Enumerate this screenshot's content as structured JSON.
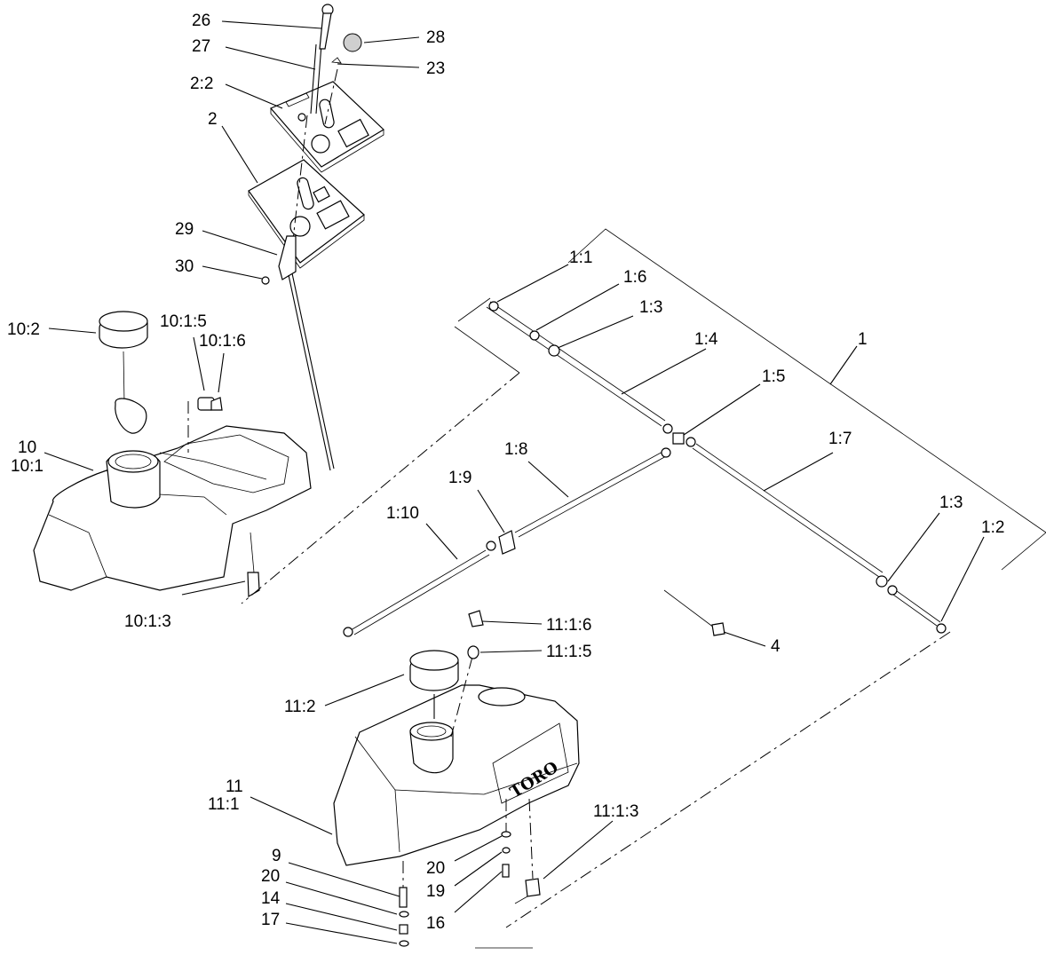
{
  "callouts": {
    "c26": "26",
    "c27": "27",
    "c28": "28",
    "c23": "23",
    "c2_2": "2:2",
    "c2": "2",
    "c29": "29",
    "c30": "30",
    "c10_2": "10:2",
    "c10_1_5": "10:1:5",
    "c10_1_6": "10:1:6",
    "c10": "10",
    "c10_1": "10:1",
    "c10_1_3": "10:1:3",
    "c1_1": "1:1",
    "c1_6": "1:6",
    "c1_3a": "1:3",
    "c1_4": "1:4",
    "c1": "1",
    "c1_5": "1:5",
    "c1_7": "1:7",
    "c1_8": "1:8",
    "c1_9": "1:9",
    "c1_10": "1:10",
    "c1_3b": "1:3",
    "c1_2": "1:2",
    "c4": "4",
    "c11_1_6": "11:1:6",
    "c11_1_5": "11:1:5",
    "c11_2": "11:2",
    "c11": "11",
    "c11_1": "11:1",
    "c11_1_3": "11:1:3",
    "c9": "9",
    "c20a": "20",
    "c14": "14",
    "c17": "17",
    "c20b": "20",
    "c19": "19",
    "c16": "16"
  },
  "logo_text": "TORO"
}
